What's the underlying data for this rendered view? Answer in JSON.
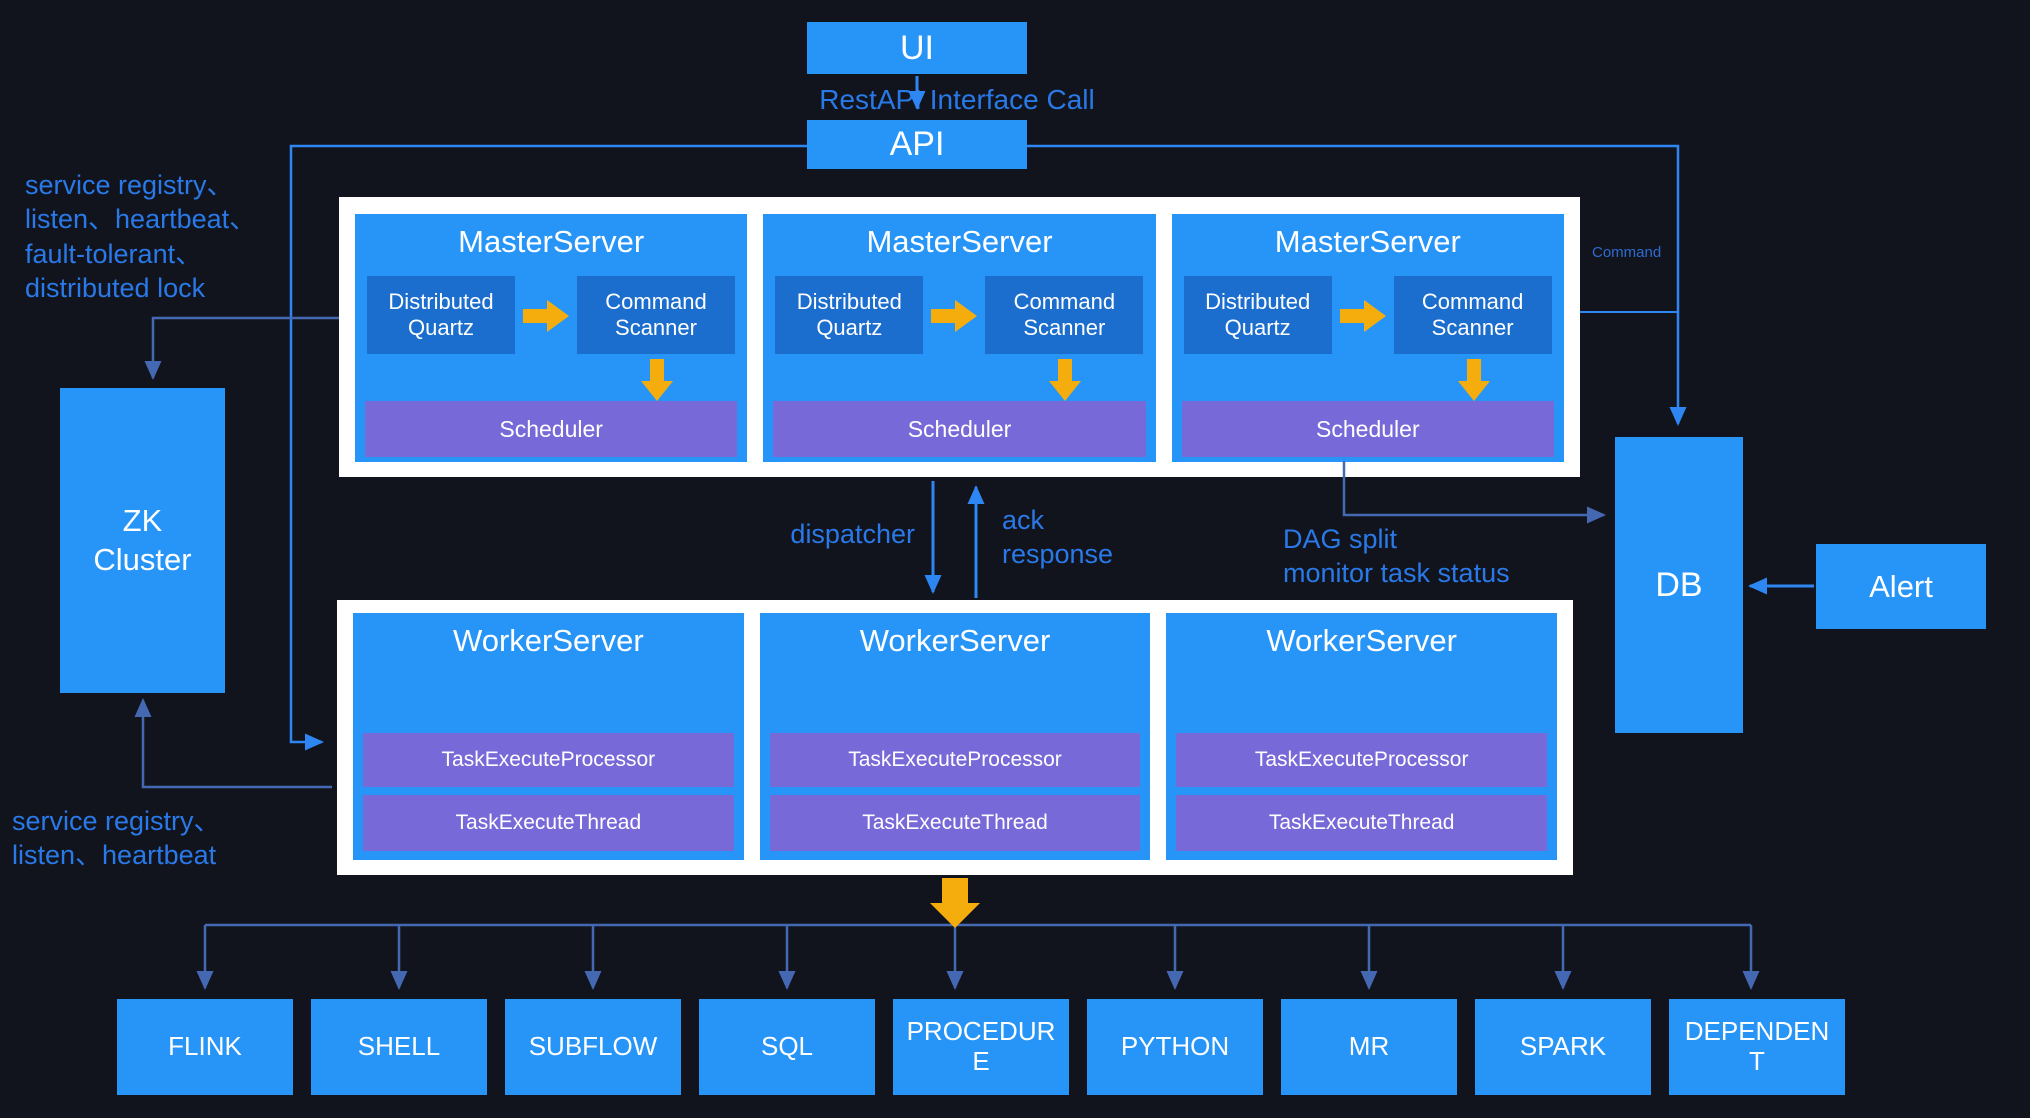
{
  "nodes": {
    "ui": "UI",
    "api": "API",
    "zk": "ZK\nCluster",
    "db": "DB",
    "alert": "Alert"
  },
  "annotations": {
    "restapi_call": "RestAPI Interface Call",
    "zk_master_note": "service registry、\nlisten、heartbeat、\nfault-tolerant、\ndistributed lock",
    "zk_worker_note": "service registry、\nlisten、heartbeat",
    "dispatcher": "dispatcher",
    "ack": "ack\nresponse",
    "command": "Command",
    "dag": "DAG split\nmonitor task status"
  },
  "masters": [
    {
      "title": "MasterServer",
      "quartz": "Distributed\nQuartz",
      "scanner": "Command\nScanner",
      "scheduler": "Scheduler"
    },
    {
      "title": "MasterServer",
      "quartz": "Distributed\nQuartz",
      "scanner": "Command\nScanner",
      "scheduler": "Scheduler"
    },
    {
      "title": "MasterServer",
      "quartz": "Distributed\nQuartz",
      "scanner": "Command\nScanner",
      "scheduler": "Scheduler"
    }
  ],
  "workers": [
    {
      "title": "WorkerServer",
      "processor": "TaskExecuteProcessor",
      "thread": "TaskExecuteThread"
    },
    {
      "title": "WorkerServer",
      "processor": "TaskExecuteProcessor",
      "thread": "TaskExecuteThread"
    },
    {
      "title": "WorkerServer",
      "processor": "TaskExecuteProcessor",
      "thread": "TaskExecuteThread"
    }
  ],
  "tasks": [
    "FLINK",
    "SHELL",
    "SUBFLOW",
    "SQL",
    "PROCEDURE",
    "PYTHON",
    "MR",
    "SPARK",
    "DEPENDENT"
  ],
  "colors": {
    "background": "#12141D",
    "box_blue": "#2795F7",
    "inner_blue": "#1C6ECE",
    "purple": "#7769D7",
    "yellow_arrow": "#F5AD0E",
    "line_bright": "#2E86F2",
    "line_muted": "#4468B2",
    "label_blue": "#2979E8",
    "container_white": "#FFFFFF"
  }
}
